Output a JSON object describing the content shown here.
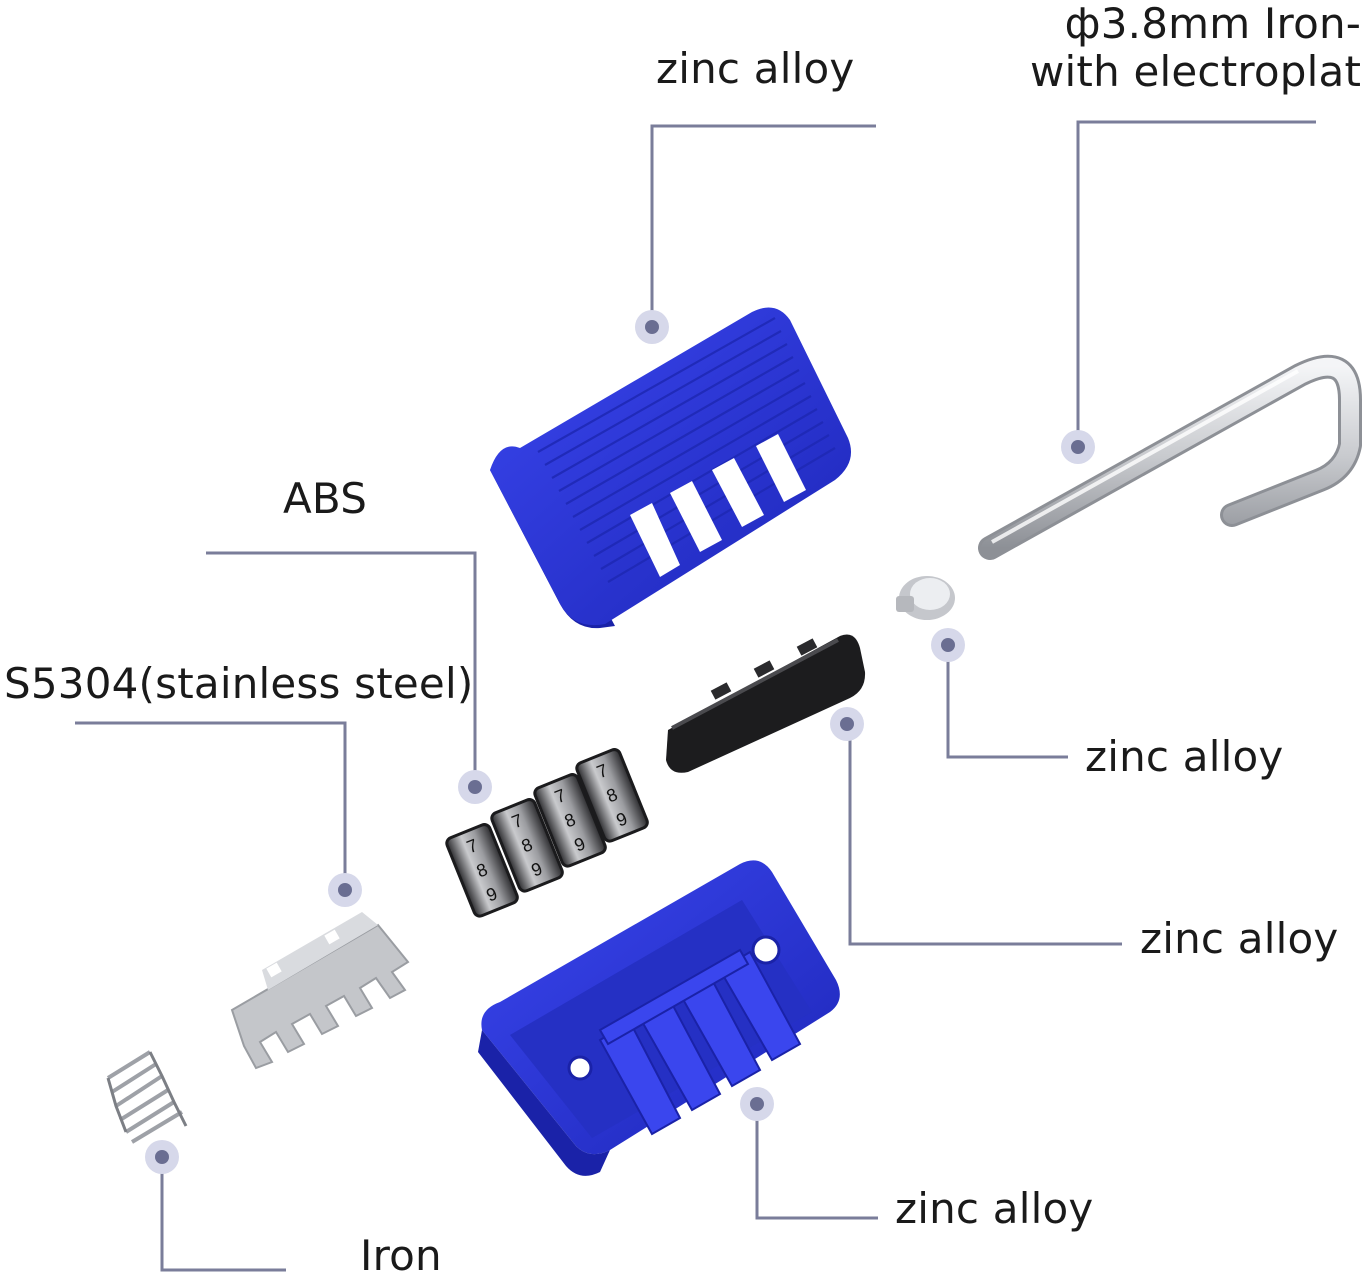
{
  "labels": {
    "top_housing": "zinc alloy",
    "shackle_line1": "ф3.8mm Iron-",
    "shackle_line2": "with electroplat",
    "dials": "ABS",
    "plate": "S5304(stainless steel)",
    "pin": "zinc alloy",
    "axle": "zinc alloy",
    "bottom_housing": "zinc alloy",
    "spring": "Iron"
  },
  "dial_digits": [
    "7",
    "8",
    "9"
  ],
  "colors": {
    "housing_blue": "#2a35d6",
    "housing_dark": "#1a22a8",
    "leader_line": "#7a7d9a",
    "dot_halo": "#d6d8ea",
    "dot_core": "#6a6e92",
    "steel_light": "#d9dbdf",
    "steel_dark": "#8a8d93",
    "axle_black": "#1c1c1e"
  }
}
